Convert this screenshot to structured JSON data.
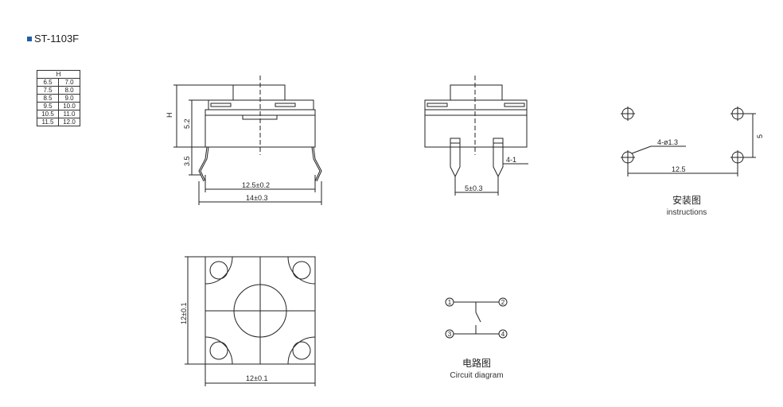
{
  "title": "ST-1103F",
  "dim_table": {
    "header": "H",
    "rows": [
      [
        "6.5",
        "7.0"
      ],
      [
        "7.5",
        "8.0"
      ],
      [
        "8.5",
        "9.0"
      ],
      [
        "9.5",
        "10.0"
      ],
      [
        "10.5",
        "11.0"
      ],
      [
        "11.5",
        "12.0"
      ]
    ]
  },
  "side_view": {
    "h_label": "H",
    "d52": "5.2",
    "d35": "3.5",
    "w125": "12.5±0.2",
    "w14": "14±0.3"
  },
  "front_view": {
    "pin_w": "4-1",
    "pitch": "5±0.3"
  },
  "install": {
    "hole": "4-ø1.3",
    "h": "12.5",
    "v": "5",
    "caption_cn": "安装图",
    "caption_en": "instructions"
  },
  "top_view": {
    "v": "12±0.1",
    "h": "12±0.1"
  },
  "circuit": {
    "pins": [
      "1",
      "2",
      "3",
      "4"
    ],
    "caption_cn": "电路图",
    "caption_en": "Circuit diagram"
  }
}
